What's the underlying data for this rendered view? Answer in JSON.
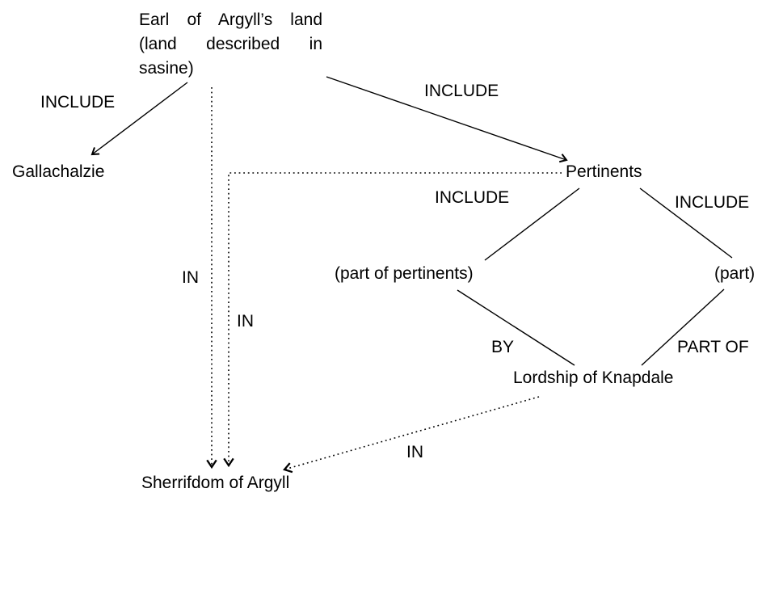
{
  "diagram": {
    "nodes": {
      "earl_land": "Earl of Argyll’s land (land described in sasine)",
      "gallachalzie": "Gallachalzie",
      "pertinents": "Pertinents",
      "part_of_pertinents": "(part of pertinents)",
      "part": "(part)",
      "lordship_knapdale": "Lordship of Knapdale",
      "sherrifdom_argyll": "Sherrifdom of Argyll"
    },
    "edge_labels": {
      "include_gallachalzie": "INCLUDE",
      "include_pertinents": "INCLUDE",
      "include_part_of_pertinents": "INCLUDE",
      "include_part": "INCLUDE",
      "in_earl_to_sherrifdom": "IN",
      "in_pertinents_to_sherrifdom": "IN",
      "by": "BY",
      "part_of": "PART OF",
      "in_lordship_to_sherrifdom": "IN"
    },
    "colors": {
      "background": "#ffffff",
      "line": "#000000",
      "text": "#000000"
    }
  }
}
